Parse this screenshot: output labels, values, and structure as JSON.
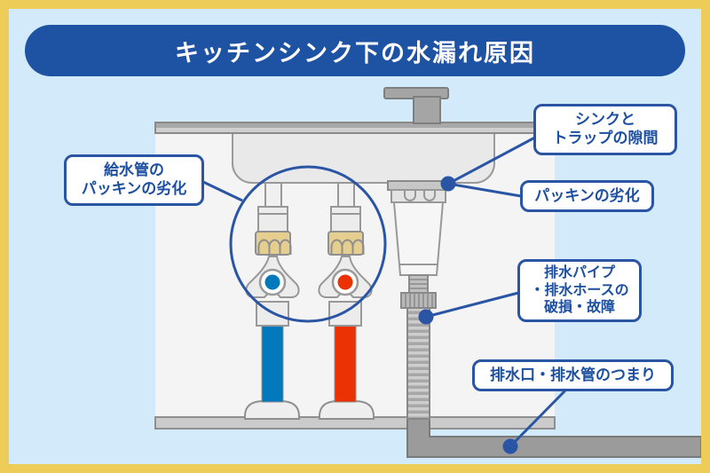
{
  "title": "キッチンシンク下の水漏れ原因",
  "labels": {
    "supply_packing": {
      "lines": [
        "給水管の",
        "パッキンの劣化"
      ]
    },
    "sink_trap_gap": {
      "lines": [
        "シンクと",
        "トラップの隙間"
      ]
    },
    "packing_wear": {
      "lines": [
        "パッキンの劣化"
      ]
    },
    "drain_pipe_damage": {
      "lines": [
        "排水パイプ",
        "・排水ホースの",
        "破損・故障"
      ]
    },
    "drain_clog": {
      "lines": [
        "排水口・排水管のつまり"
      ]
    }
  },
  "colors": {
    "frame_yellow": "#edcd58",
    "background_blue": "#d2eafa",
    "banner_blue": "#1e52a2",
    "accent_blue": "#2a55a5",
    "label_text_blue": "#1d4fa0",
    "cold_water_blue": "#0279bd",
    "hot_water_red": "#ea3204",
    "packing_nut_tan": "#e6cf8e"
  }
}
